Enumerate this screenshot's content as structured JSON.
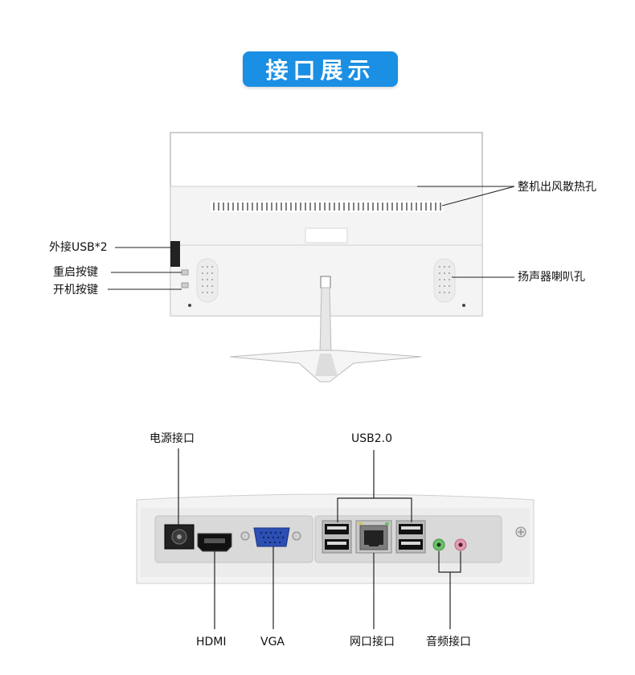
{
  "title": "接口展示",
  "back_view": {
    "vent_label": "整机出风散热孔",
    "usb_label": "外接USB*2",
    "restart_label": "重启按键",
    "power_label": "开机按键",
    "speaker_label": "扬声器喇叭孔"
  },
  "io_panel": {
    "power_port_label": "电源接口",
    "usb_label": "USB2.0",
    "hdmi_label": "HDMI",
    "vga_label": "VGA",
    "lan_label": "网口接口",
    "audio_label": "音频接口"
  },
  "colors": {
    "title_bg": "#1a8fe3",
    "panel_bg": "#e6e6e6",
    "mic_jack": "#6ac06a",
    "headphone_jack": "#e59ab0"
  }
}
